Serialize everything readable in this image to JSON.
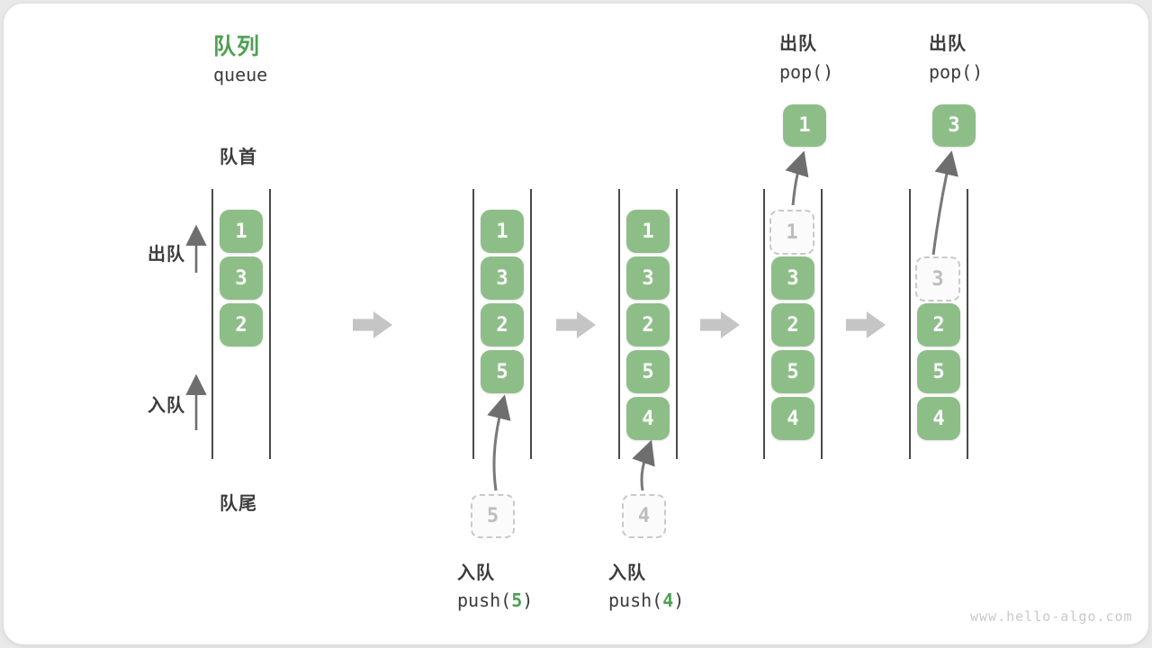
{
  "title": {
    "zh": "队列",
    "en": "queue"
  },
  "side_labels": {
    "front": "队首",
    "rear": "队尾",
    "dequeue": "出队",
    "enqueue": "入队"
  },
  "colors": {
    "item_green": "#8ebe88",
    "accent_green": "#4fa052",
    "ghost_gray": "#bdbdbd",
    "arrow_gray": "#787878",
    "block_arrow_gray": "#c5c5c5",
    "text_dark": "#3c3c3c"
  },
  "queues": [
    {
      "name": "state-initial",
      "items": [
        {
          "v": "1"
        },
        {
          "v": "3"
        },
        {
          "v": "2"
        }
      ]
    },
    {
      "name": "state-after-push-5",
      "items": [
        {
          "v": "1"
        },
        {
          "v": "3"
        },
        {
          "v": "2"
        },
        {
          "v": "5"
        }
      ],
      "staged": "5",
      "op": {
        "name": "入队",
        "pre": "push(",
        "arg": "5",
        "post": ")"
      }
    },
    {
      "name": "state-after-push-4",
      "items": [
        {
          "v": "1"
        },
        {
          "v": "3"
        },
        {
          "v": "2"
        },
        {
          "v": "5"
        },
        {
          "v": "4"
        }
      ],
      "staged": "4",
      "op": {
        "name": "入队",
        "pre": "push(",
        "arg": "4",
        "post": ")"
      }
    },
    {
      "name": "state-after-pop-1",
      "items": [
        {
          "v": "1",
          "ghost": true
        },
        {
          "v": "3"
        },
        {
          "v": "2"
        },
        {
          "v": "5"
        },
        {
          "v": "4"
        }
      ],
      "popped": "1",
      "op": {
        "name": "出队",
        "fn": "pop()"
      }
    },
    {
      "name": "state-after-pop-3",
      "items": [
        {
          "v": "3",
          "ghost": true
        },
        {
          "v": "2"
        },
        {
          "v": "5"
        },
        {
          "v": "4"
        }
      ],
      "popped": "3",
      "op": {
        "name": "出队",
        "fn": "pop()"
      }
    }
  ],
  "watermark": "www.hello-algo.com"
}
